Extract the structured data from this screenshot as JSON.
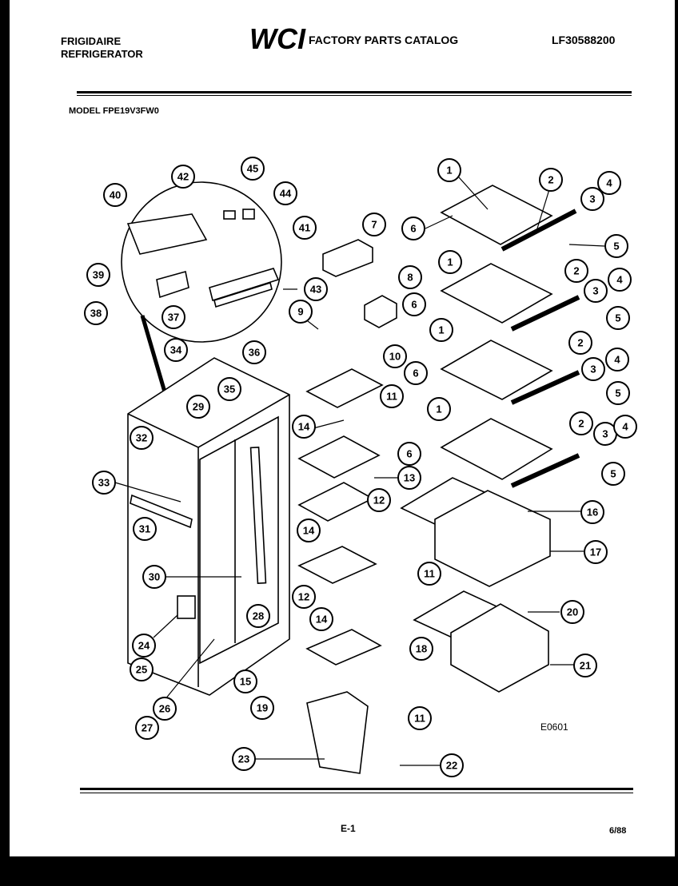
{
  "header": {
    "brand_line1": "FRIGIDAIRE",
    "brand_line2": "REFRIGERATOR",
    "logo_text": "WCI",
    "catalog_title": "FACTORY PARTS CATALOG",
    "catalog_code": "LF30588200",
    "model": "MODEL FPE19V3FW0"
  },
  "diagram": {
    "id_label": "E0601",
    "callouts": [
      "1",
      "1",
      "1",
      "1",
      "2",
      "2",
      "2",
      "2",
      "3",
      "3",
      "3",
      "3",
      "4",
      "4",
      "4",
      "4",
      "5",
      "5",
      "5",
      "5",
      "6",
      "6",
      "6",
      "6",
      "7",
      "8",
      "9",
      "10",
      "11",
      "11",
      "11",
      "12",
      "12",
      "13",
      "14",
      "14",
      "14",
      "15",
      "16",
      "17",
      "18",
      "19",
      "20",
      "21",
      "22",
      "23",
      "24",
      "25",
      "26",
      "27",
      "28",
      "29",
      "30",
      "31",
      "32",
      "33",
      "34",
      "35",
      "36",
      "37",
      "38",
      "39",
      "40",
      "41",
      "42",
      "43",
      "44",
      "45"
    ]
  },
  "footer": {
    "page": "E-1",
    "date": "6/88"
  }
}
